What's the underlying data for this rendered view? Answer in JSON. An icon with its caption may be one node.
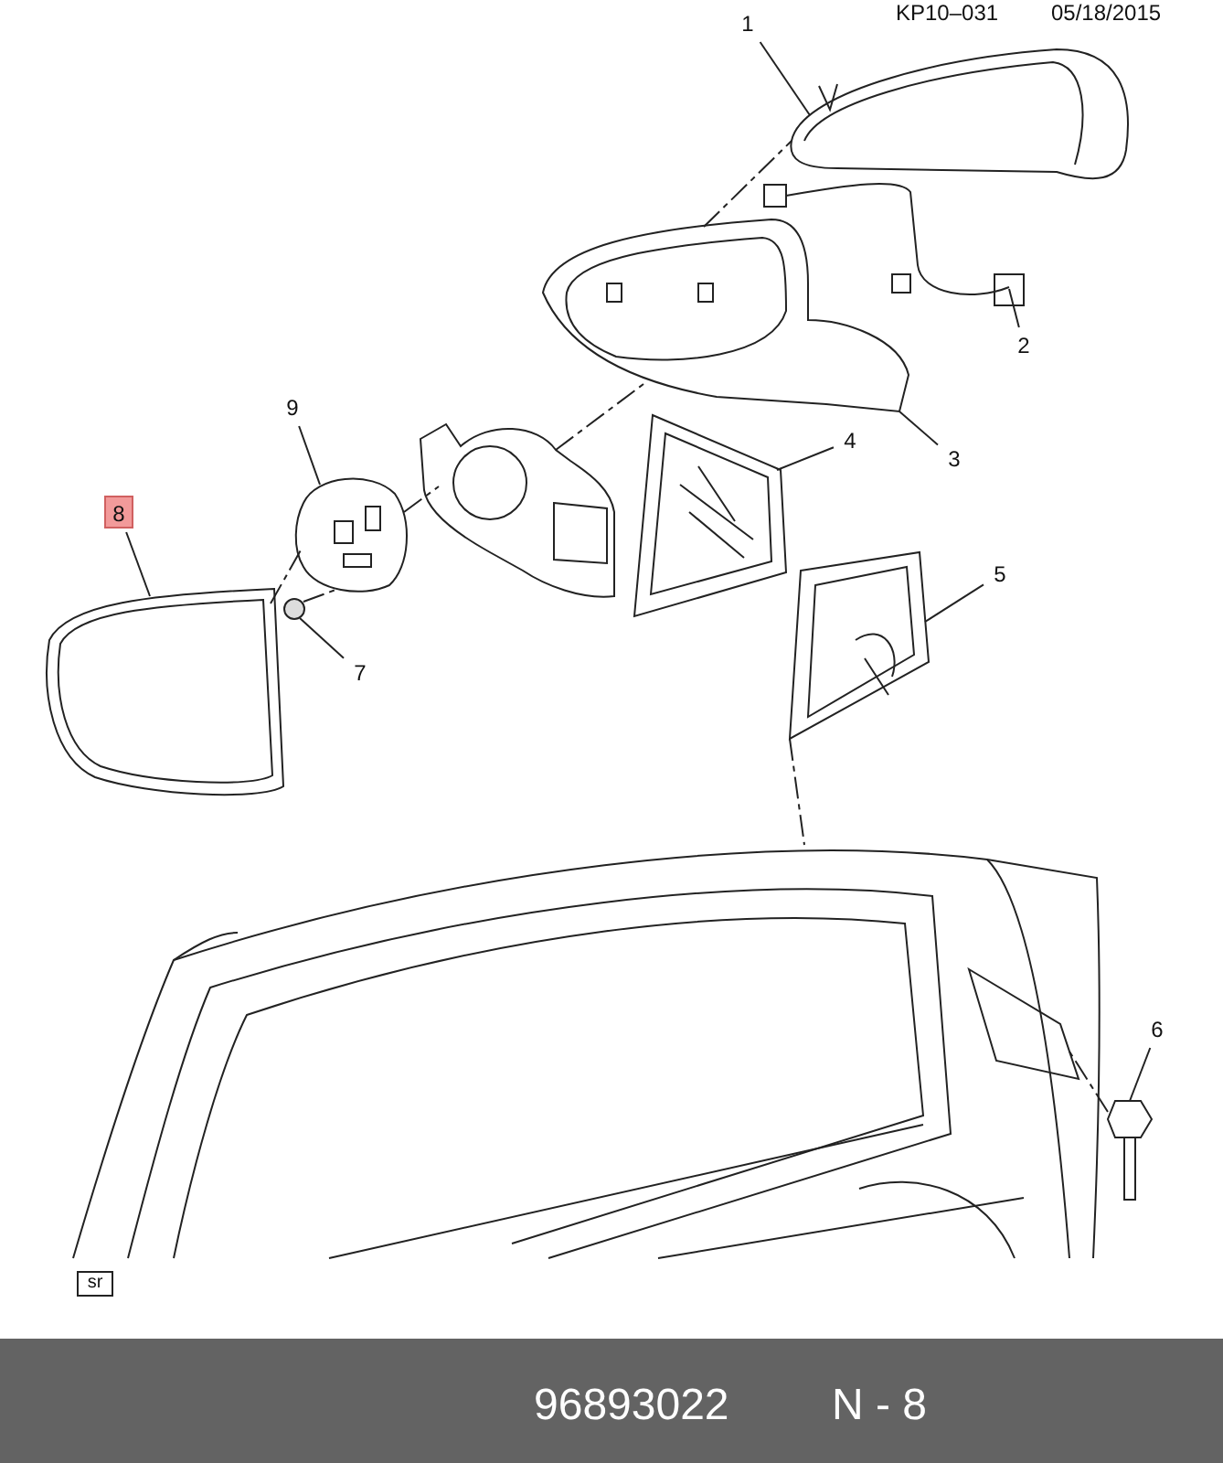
{
  "diagram": {
    "nodes": [
      {
        "text": [
          "1"
        ]
      },
      {
        "text": [
          "2"
        ]
      },
      {
        "text": [
          "3"
        ]
      },
      {
        "text": [
          "4"
        ]
      },
      {
        "text": [
          "5"
        ]
      },
      {
        "text": [
          "6"
        ]
      },
      {
        "text": [
          "7"
        ]
      },
      {
        "text": [
          "8"
        ]
      },
      {
        "text": [
          "9"
        ]
      },
      {
        "text": [],
        "shape": "picture"
      },
      {
        "text": [],
        "shape": "picture"
      },
      {
        "text": [],
        "shape": "picture"
      },
      {
        "text": [],
        "shape": "picture"
      },
      {
        "text": [],
        "shape": "picture"
      },
      {
        "text": [],
        "shape": "picture"
      },
      {
        "text": [],
        "shape": "circle"
      },
      {
        "text": [],
        "shape": "picture"
      },
      {
        "text": [],
        "shape": "picture"
      },
      {
        "text": [
          "sr"
        ]
      },
      {
        "text": [],
        "shape": "picture"
      },
      {
        "text": [],
        "shape": "picture"
      }
    ],
    "edges": [
      {
        "from": 0,
        "to": 9,
        "arrow": "none"
      },
      {
        "from": 1,
        "to": 10,
        "arrow": "none"
      },
      {
        "from": 2,
        "to": 11,
        "arrow": "none"
      },
      {
        "from": 3,
        "to": 12,
        "arrow": "none"
      },
      {
        "from": 4,
        "to": 13,
        "arrow": "none"
      },
      {
        "from": 5,
        "to": 14,
        "arrow": "none"
      },
      {
        "from": 6,
        "to": 15,
        "arrow": "none"
      },
      {
        "from": 7,
        "to": 16,
        "arrow": "none"
      },
      {
        "from": 8,
        "to": 17,
        "arrow": "none"
      },
      {
        "from": 16,
        "to": 17,
        "arrow": "none",
        "style": "dashed"
      },
      {
        "from": 17,
        "to": 19,
        "arrow": "none",
        "style": "dashed"
      },
      {
        "from": 19,
        "to": 11,
        "arrow": "none",
        "style": "dashed"
      },
      {
        "from": 15,
        "to": 17,
        "arrow": "none",
        "style": "dashed"
      },
      {
        "from": 11,
        "to": 9,
        "arrow": "none",
        "style": "dashed"
      },
      {
        "from": 13,
        "to": 20,
        "arrow": "none",
        "style": "dashed"
      },
      {
        "from": 14,
        "to": 20,
        "arrow": "none",
        "style": "dashed"
      }
    ],
    "labels": [
      "KP10–031",
      "05/18/2015",
      "96893022",
      "N - 8"
    ]
  }
}
